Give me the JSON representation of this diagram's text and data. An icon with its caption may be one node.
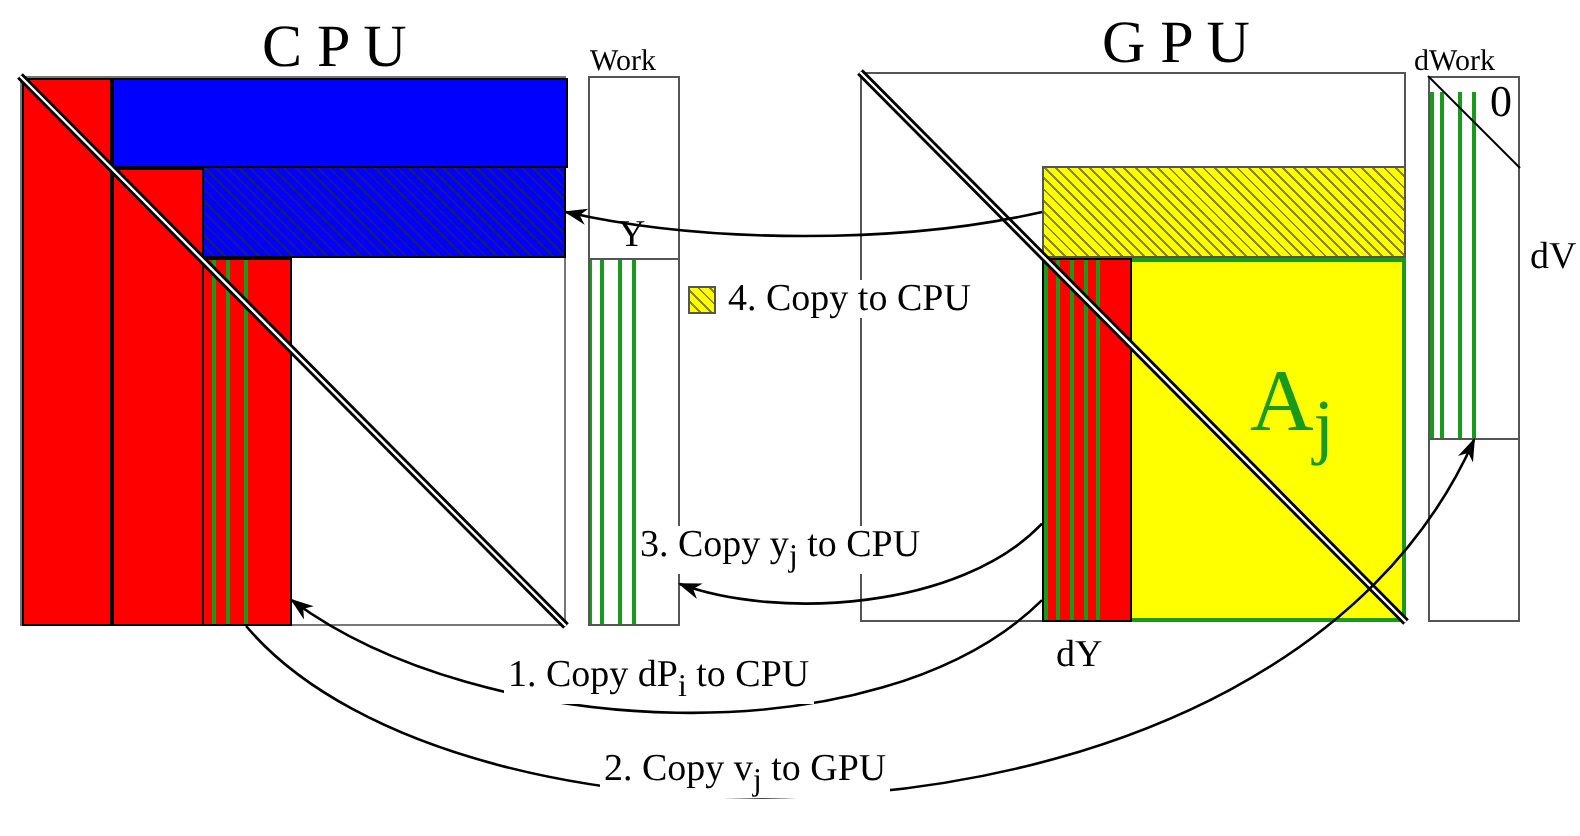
{
  "diagram": {
    "nodes": [
      {
        "text": [
          "C P U"
        ]
      },
      {
        "text": [],
        "shape": "box",
        "in": 0
      },
      {
        "text": [],
        "shape": "box",
        "in": 0
      },
      {
        "text": [
          "Work"
        ]
      },
      {
        "text": [
          "Y"
        ],
        "in": 3
      },
      {
        "text": [
          "G P U"
        ]
      },
      {
        "text": [],
        "shape": "box",
        "in": 5
      },
      {
        "text": [
          "A$_{j}$"
        ],
        "in": 5
      },
      {
        "text": [
          "dY"
        ],
        "in": 7
      },
      {
        "text": [
          "dWork"
        ]
      },
      {
        "text": [
          "dV"
        ],
        "in": 9
      }
    ],
    "edges": [
      {
        "from": 6,
        "to": 1,
        "arrow": "to",
        "label": "4. Copy to CPU"
      },
      {
        "from": 8,
        "to": 4,
        "arrow": "to",
        "label": "3. Copy y$_{j}$ to CPU"
      },
      {
        "from": 8,
        "to": 2,
        "arrow": "to",
        "label": "1. Copy dP$_{i}$ to CPU"
      },
      {
        "from": 2,
        "to": 10,
        "arrow": "to",
        "label": "2. Copy v$_{j}$ to GPU"
      }
    ],
    "labels": [
      "0"
    ]
  }
}
